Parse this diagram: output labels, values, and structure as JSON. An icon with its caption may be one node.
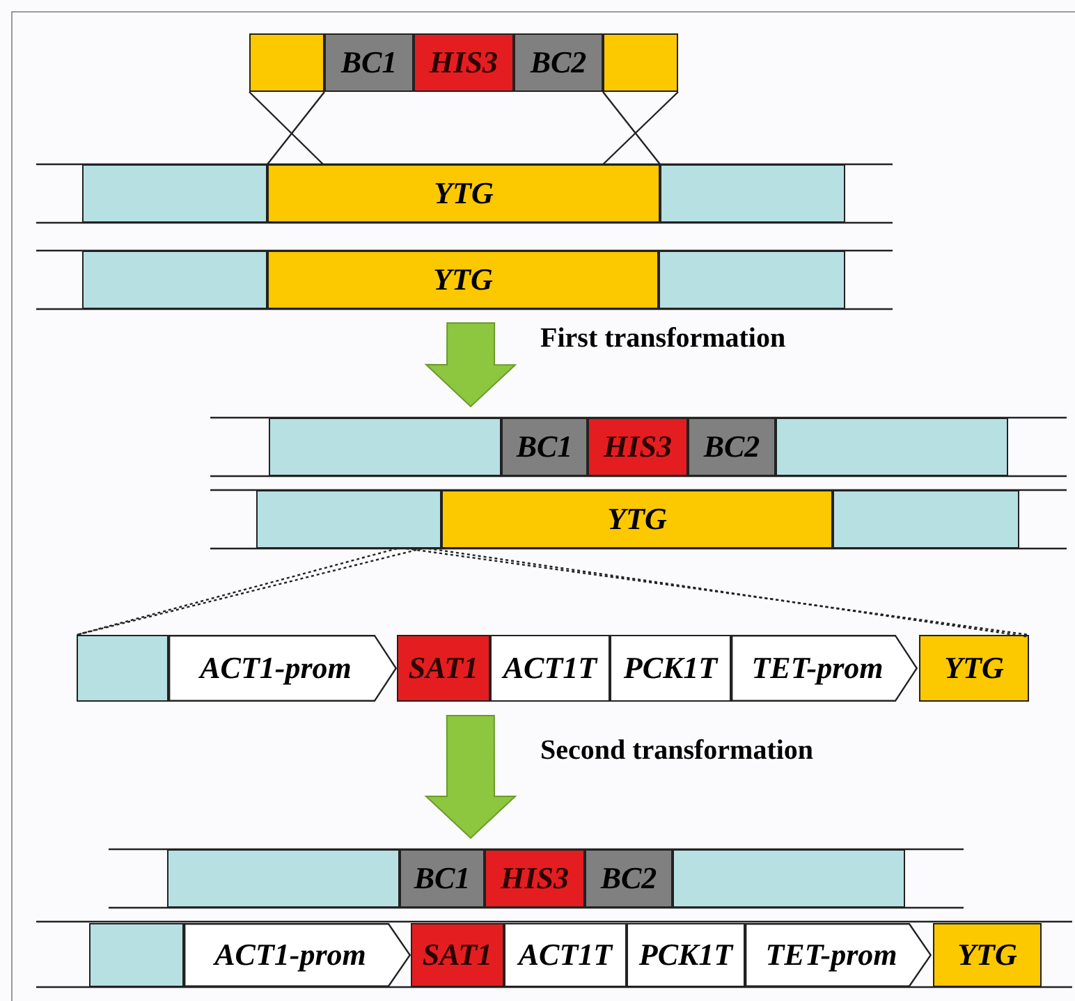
{
  "diagram": {
    "nodes": [
      {
        "text": [],
        "shape": "box"
      },
      {
        "text": [
          "BC1"
        ]
      },
      {
        "text": [
          "HIS3"
        ]
      },
      {
        "text": [
          "BC2"
        ]
      },
      {
        "text": [],
        "shape": "box"
      },
      {
        "text": [],
        "shape": "box"
      },
      {
        "text": [
          "YTG"
        ]
      },
      {
        "text": [],
        "shape": "box"
      },
      {
        "text": [],
        "shape": "box"
      },
      {
        "text": [
          "YTG"
        ]
      },
      {
        "text": [],
        "shape": "box"
      },
      {
        "text": [],
        "shape": "box"
      },
      {
        "text": [
          "BC1"
        ]
      },
      {
        "text": [
          "HIS3"
        ]
      },
      {
        "text": [
          "BC2"
        ]
      },
      {
        "text": [],
        "shape": "box"
      },
      {
        "text": [],
        "shape": "box"
      },
      {
        "text": [
          "YTG"
        ]
      },
      {
        "text": [],
        "shape": "box"
      },
      {
        "text": [],
        "shape": "box"
      },
      {
        "text": [
          "ACT1-prom"
        ]
      },
      {
        "text": [
          "SAT1"
        ]
      },
      {
        "text": [
          "ACT1T"
        ]
      },
      {
        "text": [
          "PCK1T"
        ]
      },
      {
        "text": [
          "TET-prom"
        ]
      },
      {
        "text": [
          "YTG"
        ]
      },
      {
        "text": [],
        "shape": "box"
      },
      {
        "text": [
          "BC1"
        ]
      },
      {
        "text": [
          "HIS3"
        ]
      },
      {
        "text": [
          "BC2"
        ]
      },
      {
        "text": [],
        "shape": "box"
      },
      {
        "text": [],
        "shape": "box"
      },
      {
        "text": [
          "ACT1-prom"
        ]
      },
      {
        "text": [
          "SAT1"
        ]
      },
      {
        "text": [
          "ACT1T"
        ]
      },
      {
        "text": [
          "PCK1T"
        ]
      },
      {
        "text": [
          "TET-prom"
        ]
      },
      {
        "text": [
          "YTG"
        ]
      }
    ],
    "edges": [
      {
        "from": 0,
        "to": 6,
        "arrow": "none"
      },
      {
        "from": 0,
        "to": 6,
        "arrow": "none"
      },
      {
        "from": 4,
        "to": 6,
        "arrow": "none"
      },
      {
        "from": 4,
        "to": 6,
        "arrow": "none"
      },
      {
        "from": 9,
        "to": 11,
        "arrow": "to",
        "label": "First transformation",
        "style": "thick",
        "color": "#8dc63f"
      },
      {
        "from": 21,
        "to": 27,
        "arrow": "to",
        "label": "Second transformation",
        "style": "thick",
        "color": "#8dc63f"
      },
      {
        "from": 16,
        "to": 19,
        "arrow": "none",
        "style": "dashed"
      },
      {
        "from": 16,
        "to": 19,
        "arrow": "none",
        "style": "dashed"
      },
      {
        "from": 16,
        "to": 25,
        "arrow": "none",
        "style": "dashed"
      },
      {
        "from": 16,
        "to": 25,
        "arrow": "none",
        "style": "dashed"
      }
    ]
  }
}
